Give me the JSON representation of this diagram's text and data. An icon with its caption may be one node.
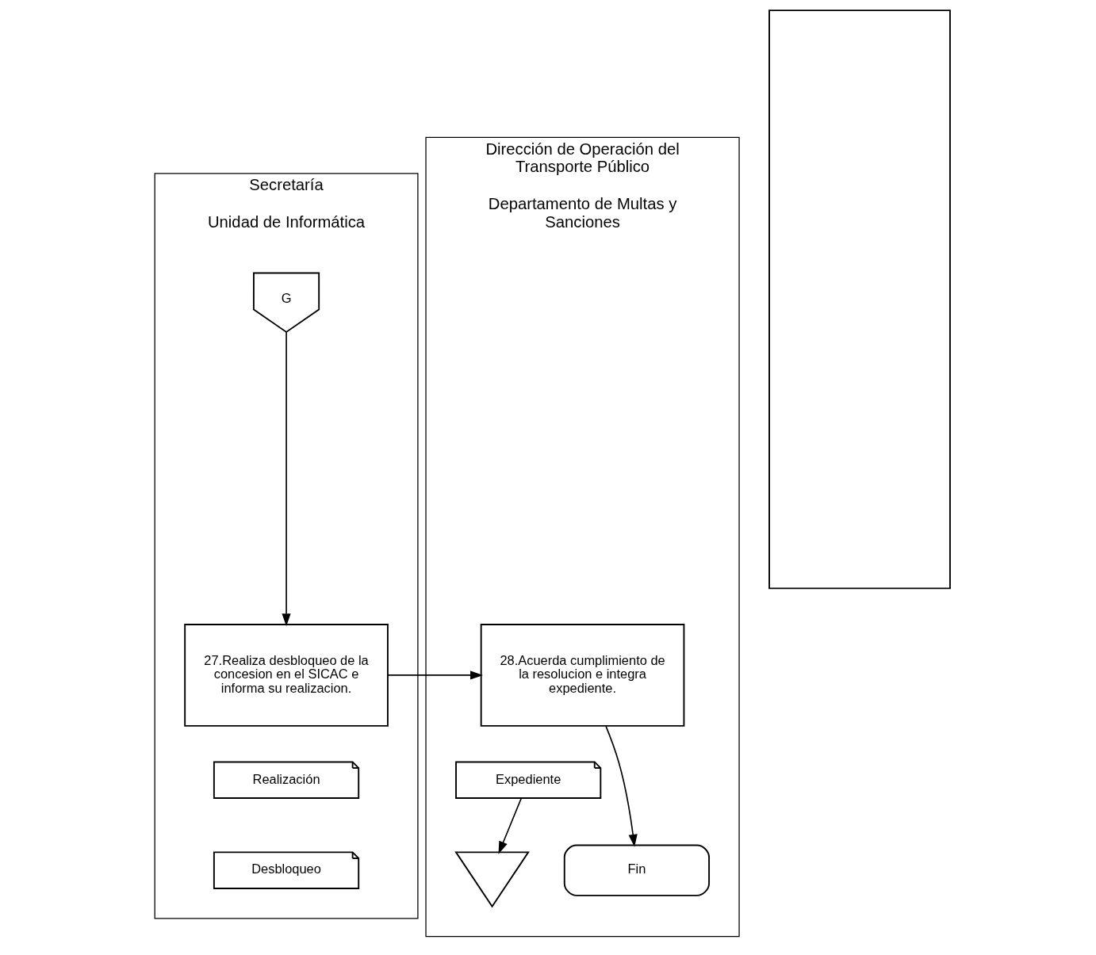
{
  "diagram": {
    "nodes": [
      {
        "text": [
          "Secretaría",
          "Unidad de Informática"
        ]
      },
      {
        "text": [
          "G"
        ],
        "in": 0
      },
      {
        "text": [
          "27.Realiza desbloqueo de la concesion en el SICAC e informa su realizacion."
        ],
        "in": 0
      },
      {
        "text": [
          "Realización"
        ],
        "in": 0
      },
      {
        "text": [
          "Desbloqueo"
        ],
        "in": 0
      },
      {
        "text": [
          "Dirección de Operación del Transporte Público",
          "Departamento de Multas y Sanciones"
        ]
      },
      {
        "text": [
          "28.Acuerda cumplimiento de la resolucion e integra expediente."
        ],
        "in": 5
      },
      {
        "text": [
          "Expediente"
        ],
        "in": 5
      },
      {
        "text": [],
        "shape": "triangle",
        "in": 5
      },
      {
        "text": [
          "Fin"
        ],
        "in": 5
      },
      {
        "text": [],
        "shape": "box"
      }
    ],
    "edges": [
      {
        "from": 1,
        "to": 2,
        "arrow": "to"
      },
      {
        "from": 2,
        "to": 6,
        "arrow": "to"
      },
      {
        "from": 6,
        "to": 9,
        "arrow": "to"
      },
      {
        "from": 7,
        "to": 8,
        "arrow": "to"
      }
    ]
  }
}
